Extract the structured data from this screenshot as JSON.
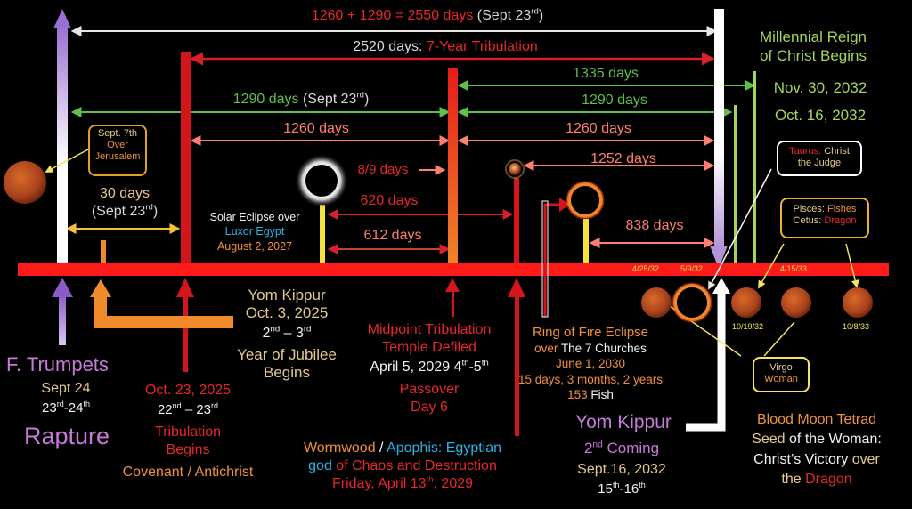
{
  "top": {
    "total_days": "1260 + 1290 = 2550 days",
    "total_date_pre": "(Sept 23",
    "total_date_sup": "rd",
    "total_date_post": ")",
    "trib_days": "2520 days: ",
    "trib_label": "7-Year Tribulation",
    "d1335": "1335 days",
    "d1290_left": "1290 days",
    "d1290_left_date_pre": " (Sept 23",
    "d1290_left_date_sup": "rd",
    "d1290_left_date_post": ")",
    "d1290_right": "1290 days",
    "d1260_left": "1260 days",
    "d1260_right": "1260 days",
    "d1252": "1252 days",
    "d89": "8/9 days",
    "d620": "620 days",
    "d612": "612 days",
    "d838": "838 days",
    "d30": "30 days",
    "d30_date_pre": "(Sept 23",
    "d30_date_sup": "rd",
    "d30_date_post": ")"
  },
  "millennial": {
    "title1": "Millennial Reign",
    "title2": "of Christ Begins",
    "date1": "Nov. 30, 2032",
    "date2": "Oct. 16, 2032"
  },
  "boxes": {
    "sept7_a": "Sept. 7th",
    "sept7_b": "Over",
    "sept7_c": "Jerusalem",
    "taurus_a": "Taurus:",
    "taurus_b": " Christ",
    "taurus_c": "the Judge",
    "pisces_a": "Pisces:",
    "pisces_b": " Fishes",
    "cetus_a": "Cetus:",
    "cetus_b": " Dragon",
    "virgo_a": "Virgo",
    "virgo_b": "Woman"
  },
  "solar": {
    "l1": "Solar Eclipse over",
    "l2": "Luxor Egypt",
    "l3": "August 2, 2027"
  },
  "bar_dates": {
    "d1": "4/25/32",
    "d2": "5/9/32",
    "d3": "4/15/33",
    "d4": "10/19/32",
    "d5": "10/8/33"
  },
  "trumpets": {
    "title": "F. Trumpets",
    "date": "Sept 24",
    "days_pre": "23",
    "days_sup1": "rd",
    "days_mid": "-24",
    "days_sup2": "th",
    "rapture": "Rapture"
  },
  "tribulation": {
    "date": "Oct. 23, 2025",
    "days_pre": "22",
    "days_sup1": "nd",
    "days_mid": " – 23",
    "days_sup2": "rd",
    "l1": "Tribulation",
    "l2": "Begins",
    "l3": "Covenant / Antichrist"
  },
  "yom1": {
    "title": "Yom Kippur",
    "date": "Oct. 3, 2025",
    "days_pre": "2",
    "days_sup1": "nd",
    "days_mid": " – 3",
    "days_sup2": "rd",
    "l1": "Year of Jubilee",
    "l2": "Begins"
  },
  "midpoint": {
    "l1": "Midpoint Tribulation",
    "l2": "Temple Defiled",
    "date": "April 5, 2029 4",
    "sup1": "th",
    "mid": "-5",
    "sup2": "th",
    "l3": "Passover",
    "l4": "Day 6"
  },
  "wormwood": {
    "w1": "Wormwood",
    "sep": " / ",
    "w2": "Apophis: Egyptian",
    "w3": "god",
    "w4": " of Chaos and Destruction",
    "date_pre": "Friday, April 13",
    "date_sup": "th",
    "date_post": ", 2029"
  },
  "ring": {
    "l1": "Ring of Fire Eclipse",
    "l2a": "over",
    "l2b": " The 7 Churches",
    "l3": "June 1, 2030",
    "l4": "15 days, 3 months, 2 years",
    "l5a": "153",
    "l5b": " Fish"
  },
  "second": {
    "title": "Yom Kippur",
    "l2_pre": "2",
    "l2_sup": "nd",
    "l2_post": " Coming",
    "date": "Sept.16, 2032",
    "days_pre": "15",
    "days_sup1": "th",
    "days_mid": "-16",
    "days_sup2": "th"
  },
  "tetrad": {
    "title": "Blood Moon Tetrad",
    "l2a": "Seed",
    "l2b": " of the Woman:",
    "l3a": "Christ’s Victory",
    "l3b": " over",
    "l4a": "the",
    "l4b": " Dragon"
  },
  "colors": {
    "timeline": "#ff1a1a",
    "red": "#e8262b",
    "green": "#5fbf4a",
    "orange": "#f0913a",
    "pink": "#ff7f70",
    "lavender": "#c77ad9",
    "yellow": "#f4e45c",
    "cyan": "#2ab3e8",
    "blood_moon": "#c0541f"
  },
  "icons": [
    "blood-moon-icon",
    "solar-eclipse-icon",
    "ring-of-fire-icon",
    "asteroid-icon"
  ]
}
